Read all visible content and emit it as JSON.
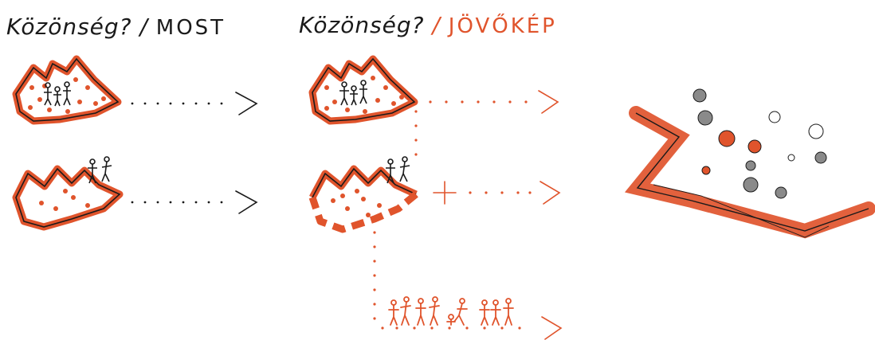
{
  "colors": {
    "accent": "#e0542c",
    "ink": "#1a1a1a",
    "grey_dot": "#8a8a8a"
  },
  "titles": {
    "left": {
      "question": "Közönség?",
      "separator": "/",
      "tag": "MOST"
    },
    "middle": {
      "question": "Közönség?",
      "separator": "/",
      "tag": "JÖVŐKÉP"
    }
  }
}
